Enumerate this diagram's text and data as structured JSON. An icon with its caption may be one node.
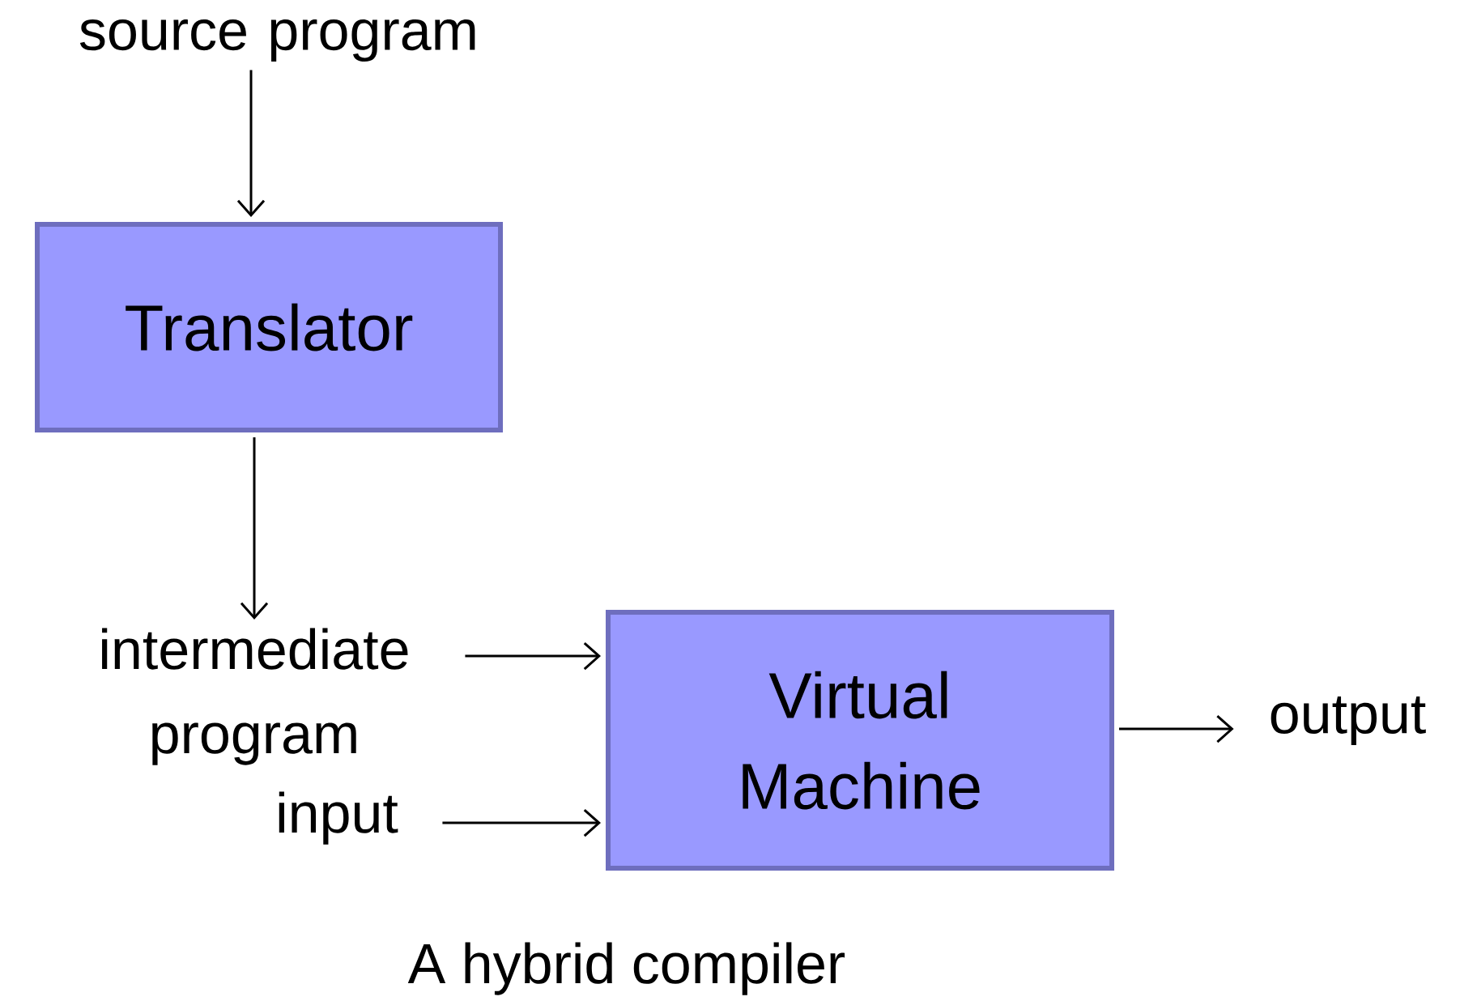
{
  "diagram": {
    "caption": "A hybrid compiler",
    "nodes": [
      {
        "text": [
          "source program"
        ]
      },
      {
        "text": [
          "Translator"
        ]
      },
      {
        "text": [
          "intermediate program"
        ]
      },
      {
        "text": [
          "input"
        ]
      },
      {
        "text": [
          "Virtual Machine"
        ]
      },
      {
        "text": [
          "output"
        ]
      }
    ],
    "edges": [
      {
        "from": 0,
        "to": 1,
        "arrow": "to"
      },
      {
        "from": 1,
        "to": 2,
        "arrow": "to"
      },
      {
        "from": 2,
        "to": 4,
        "arrow": "to"
      },
      {
        "from": 3,
        "to": 4,
        "arrow": "to"
      },
      {
        "from": 4,
        "to": 5,
        "arrow": "to"
      }
    ]
  }
}
